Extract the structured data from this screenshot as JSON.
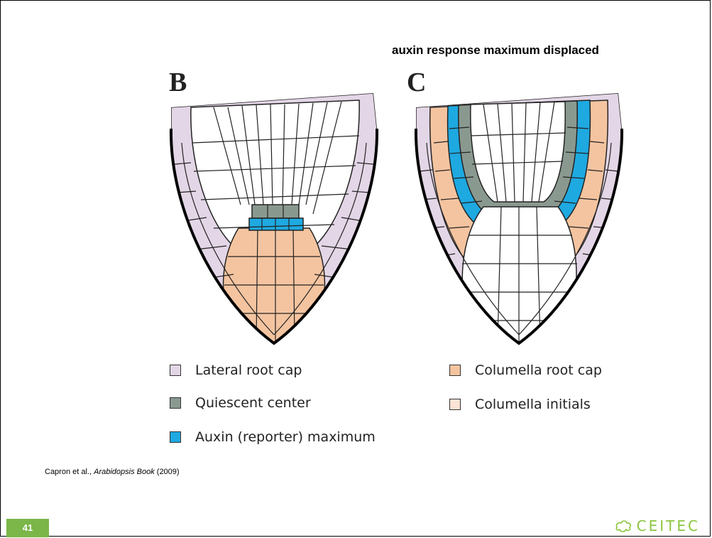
{
  "slide": {
    "title": "auxin response maximum displaced",
    "page_number": "41",
    "citation": {
      "authors": "Capron et al.,",
      "source": "Arabidopsis Book",
      "year": "(2009)"
    },
    "logo_text": "CEITEC"
  },
  "panels": [
    {
      "letter": "B"
    },
    {
      "letter": "C"
    }
  ],
  "legend": [
    {
      "label": "Lateral root cap",
      "color": "#e3d6e6"
    },
    {
      "label": "Quiescent center",
      "color": "#8a9990"
    },
    {
      "label": "Auxin (reporter) maximum",
      "color": "#1ea9e1"
    },
    {
      "label": "Columella root cap",
      "color": "#f4c4a0"
    },
    {
      "label": "Columella initials",
      "color": "#fbe3d6"
    }
  ],
  "colors": {
    "lateral_root_cap": "#e3d6e6",
    "quiescent_center": "#8a9990",
    "auxin_maximum": "#1ea9e1",
    "columella_root_cap": "#f4c4a0",
    "columella_initials": "#fbe3d6",
    "accent": "#7ab648"
  }
}
